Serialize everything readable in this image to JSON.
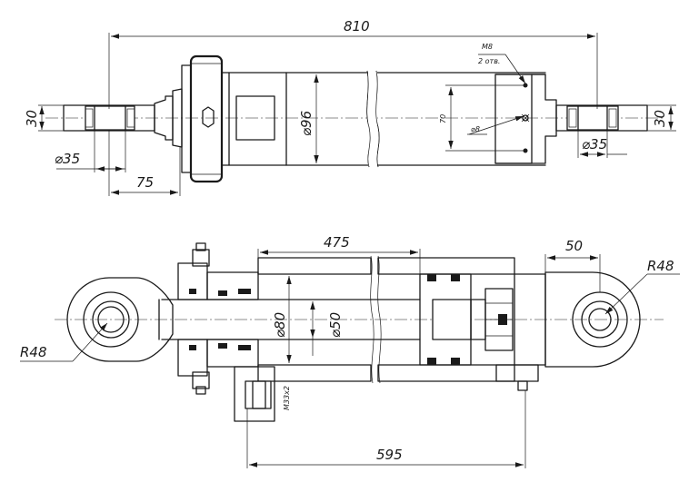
{
  "top_view": {
    "length": "810",
    "eye_thickness_left": "30",
    "pin_diameter_left": "⌀35",
    "eye_offset_left": "75",
    "body_diameter": "⌀96",
    "port_spacing": "70",
    "port_hole": "⌀8",
    "thread_label": "M8",
    "thread_count": "2 отв.",
    "eye_thickness_right": "30",
    "pin_diameter_right": "⌀35"
  },
  "section_view": {
    "stroke": "475",
    "rod_eye_radius": "R48",
    "clevis_radius": "R48",
    "clevis_length": "50",
    "bore_diameter": "⌀80",
    "rod_diameter": "⌀50",
    "port_thread": "M33x2",
    "port_distance": "595"
  }
}
